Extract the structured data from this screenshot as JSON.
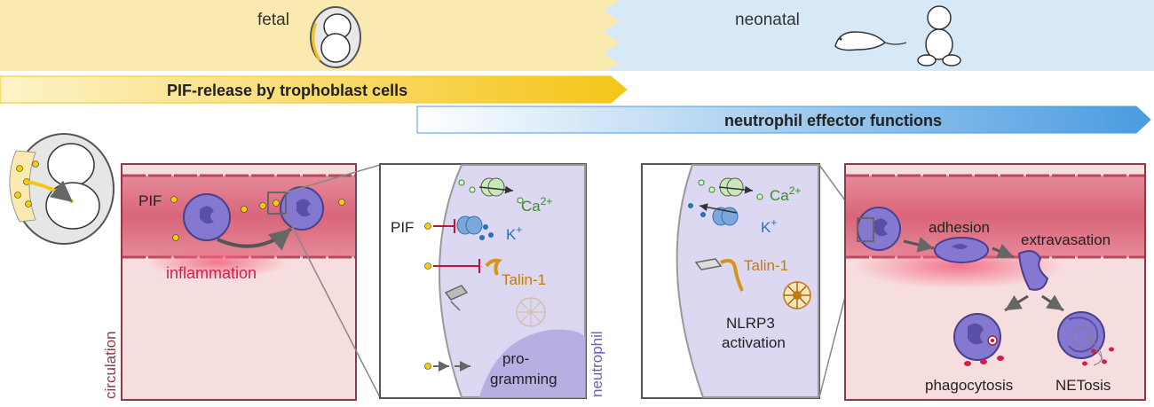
{
  "timeline": {
    "fetal_label": "fetal",
    "neonatal_label": "neonatal",
    "pif_release_label": "PIF-release by trophoblast cells",
    "effector_label": "neutrophil effector functions"
  },
  "panel_circulation": {
    "pif_label": "PIF",
    "inflammation_label": "inflammation",
    "circulation_label": "circulation"
  },
  "panel_fetal_neutrophil": {
    "pif_label": "PIF",
    "ca_label": "Ca",
    "ca_charge": "2+",
    "k_label": "K",
    "k_charge": "+",
    "talin_label": "Talin-1",
    "programming_line1": "pro-",
    "programming_line2": "gramming",
    "neutrophil_label": "neutrophil"
  },
  "panel_neonatal_neutrophil": {
    "ca_label": "Ca",
    "ca_charge": "2+",
    "k_label": "K",
    "k_charge": "+",
    "talin_label": "Talin-1",
    "nlrp3_line1": "NLRP3",
    "nlrp3_line2": "activation"
  },
  "panel_effector": {
    "adhesion_label": "adhesion",
    "extravasation_label": "extravasation",
    "phagocytosis_label": "phagocytosis",
    "netosis_label": "NETosis"
  },
  "colors": {
    "fetal_bg": "#fbeab0",
    "neonatal_bg": "#d7e8f7",
    "pif_arrow": "#f5c518",
    "effector_arrow": "#4a9be0",
    "vessel": "#d9657a",
    "panel_border": "#8b3a48",
    "inflammation_text": "#d0204a",
    "neutrophil": "#8478d0",
    "ca_text": "#3a8a2a",
    "k_text": "#2d6fb5",
    "talin_text": "#c07a10"
  }
}
